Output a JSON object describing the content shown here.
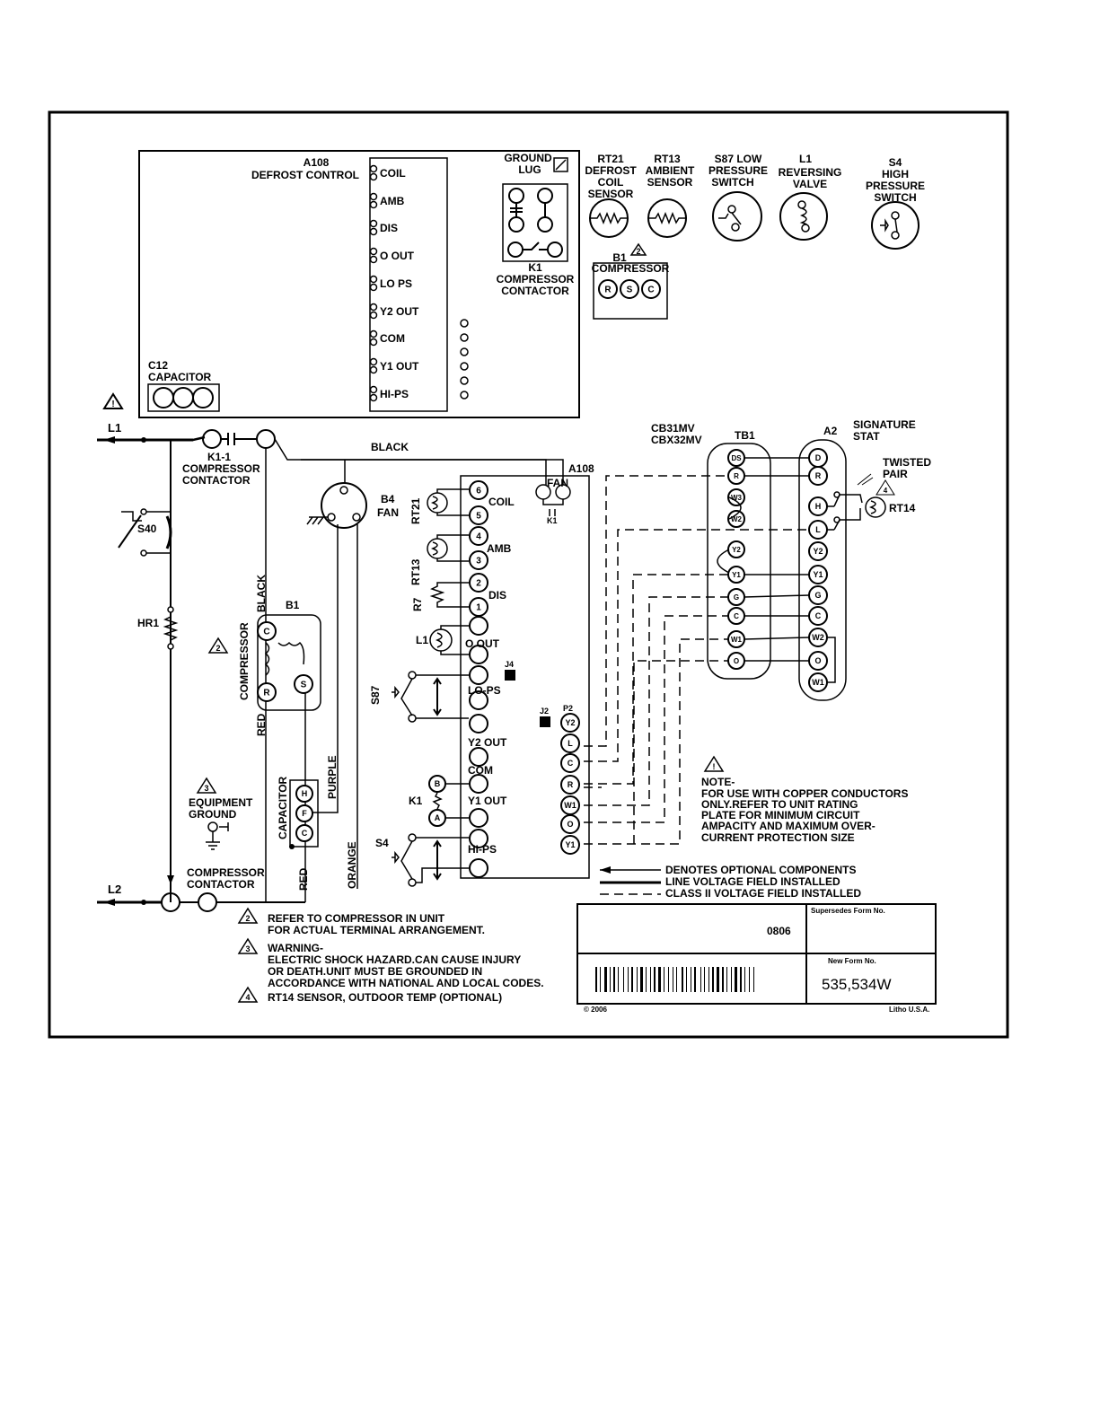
{
  "top": {
    "a108_title": [
      "A108",
      "DEFROST CONTROL"
    ],
    "a108_terminals": [
      "COIL",
      "AMB",
      "DIS",
      "O OUT",
      "LO PS",
      "Y2 OUT",
      "COM",
      "Y1 OUT",
      "HI-PS"
    ],
    "c12": [
      "C12",
      "CAPACITOR"
    ],
    "ground_lug": [
      "GROUND",
      "LUG"
    ],
    "k1": [
      "K1",
      "COMPRESSOR",
      "CONTACTOR"
    ],
    "rt21": [
      "RT21",
      "DEFROST",
      "COIL",
      "SENSOR"
    ],
    "rt13": [
      "RT13",
      "AMBIENT",
      "SENSOR"
    ],
    "s87": [
      "S87 LOW",
      "PRESSURE",
      "SWITCH"
    ],
    "l1v": [
      "L1",
      "REVERSING",
      "VALVE"
    ],
    "s4": [
      "S4",
      "HIGH",
      "PRESSURE",
      "SWITCH"
    ],
    "b1": [
      "B1",
      "COMPRESSOR"
    ],
    "b1_terms": [
      "R",
      "S",
      "C"
    ]
  },
  "left": {
    "l1": "L1",
    "l2": "L2",
    "k1_1": [
      "K1-1",
      "COMPRESSOR",
      "CONTACTOR"
    ],
    "s40": "S40",
    "hr1": "HR1",
    "black": "BLACK",
    "b4": [
      "B4",
      "FAN"
    ],
    "b1": "B1",
    "compressor": "COMPRESSOR",
    "red": "RED",
    "black_v": "BLACK",
    "purple": "PURPLE",
    "orange": "ORANGE",
    "capacitor": "CAPACITOR",
    "cap_terms": [
      "H",
      "F",
      "C"
    ],
    "comp_terms": [
      "C",
      "S",
      "R"
    ],
    "equipment_ground": [
      "EQUIPMENT",
      "GROUND"
    ],
    "comp_contactor_bottom": [
      "COMPRESSOR",
      "CONTACTOR"
    ]
  },
  "control": {
    "a108": "A108",
    "fan": "FAN",
    "k1": "K1",
    "coil": "COIL",
    "amb": "AMB",
    "dis": "DIS",
    "o_out": "O OUT",
    "lo_ps": "LO-PS",
    "y2_out": "Y2 OUT",
    "com": "COM",
    "y1_out": "Y1 OUT",
    "hi_ps": "HI-PS",
    "pins": [
      "6",
      "5",
      "4",
      "3",
      "2",
      "1"
    ],
    "rt21": "RT21",
    "rt13": "RT13",
    "r7": "R7",
    "l1": "L1",
    "s87": "S87",
    "j4": "J4",
    "p2": "P2",
    "j2": "J2",
    "k1b": "K1",
    "k1_terms": [
      "B",
      "A"
    ],
    "s4": "S4",
    "p2_terms": [
      "Y2",
      "L",
      "C",
      "R",
      "W1",
      "O",
      "Y1"
    ]
  },
  "tb1": {
    "models": [
      "CB31MV",
      "CBX32MV"
    ],
    "label": "TB1",
    "terms": [
      "DS",
      "R",
      "W3",
      "W2",
      "Y2",
      "Y1",
      "G",
      "C",
      "W1",
      "O"
    ]
  },
  "a2": {
    "label": "A2",
    "name": [
      "SIGNATURE",
      "STAT"
    ],
    "terms": [
      "D",
      "R",
      "H",
      "L",
      "Y2",
      "Y1",
      "G",
      "C",
      "W2",
      "O",
      "W1"
    ],
    "twisted": [
      "TWISTED",
      "PAIR"
    ],
    "rt14": "RT14"
  },
  "note": [
    "NOTE-",
    "FOR USE WITH COPPER CONDUCTORS",
    "ONLY.REFER TO UNIT RATING",
    "PLATE FOR MINIMUM CIRCUIT",
    "AMPACITY AND MAXIMUM OVER-",
    "CURRENT PROTECTION SIZE"
  ],
  "legend": [
    "DENOTES OPTIONAL COMPONENTS",
    "LINE VOLTAGE FIELD INSTALLED",
    "CLASS II VOLTAGE FIELD INSTALLED"
  ],
  "footnotes": {
    "n2": [
      "REFER TO COMPRESSOR IN UNIT",
      "FOR ACTUAL TERMINAL ARRANGEMENT."
    ],
    "n3": [
      "WARNING-",
      "ELECTRIC SHOCK HAZARD.CAN CAUSE INJURY",
      "OR DEATH.UNIT MUST BE GROUNDED IN",
      "ACCORDANCE WITH NATIONAL AND LOCAL CODES."
    ],
    "n4": "RT14 SENSOR, OUTDOOR TEMP (OPTIONAL)"
  },
  "titleblock": {
    "date": "0806",
    "supersedes": "Supersedes Form No.",
    "new_form": "New Form No.",
    "form_no": "535,534W",
    "copyright": "© 2006",
    "litho": "Litho U.S.A."
  },
  "colors": {
    "ink": "#000000",
    "paper": "#ffffff"
  }
}
